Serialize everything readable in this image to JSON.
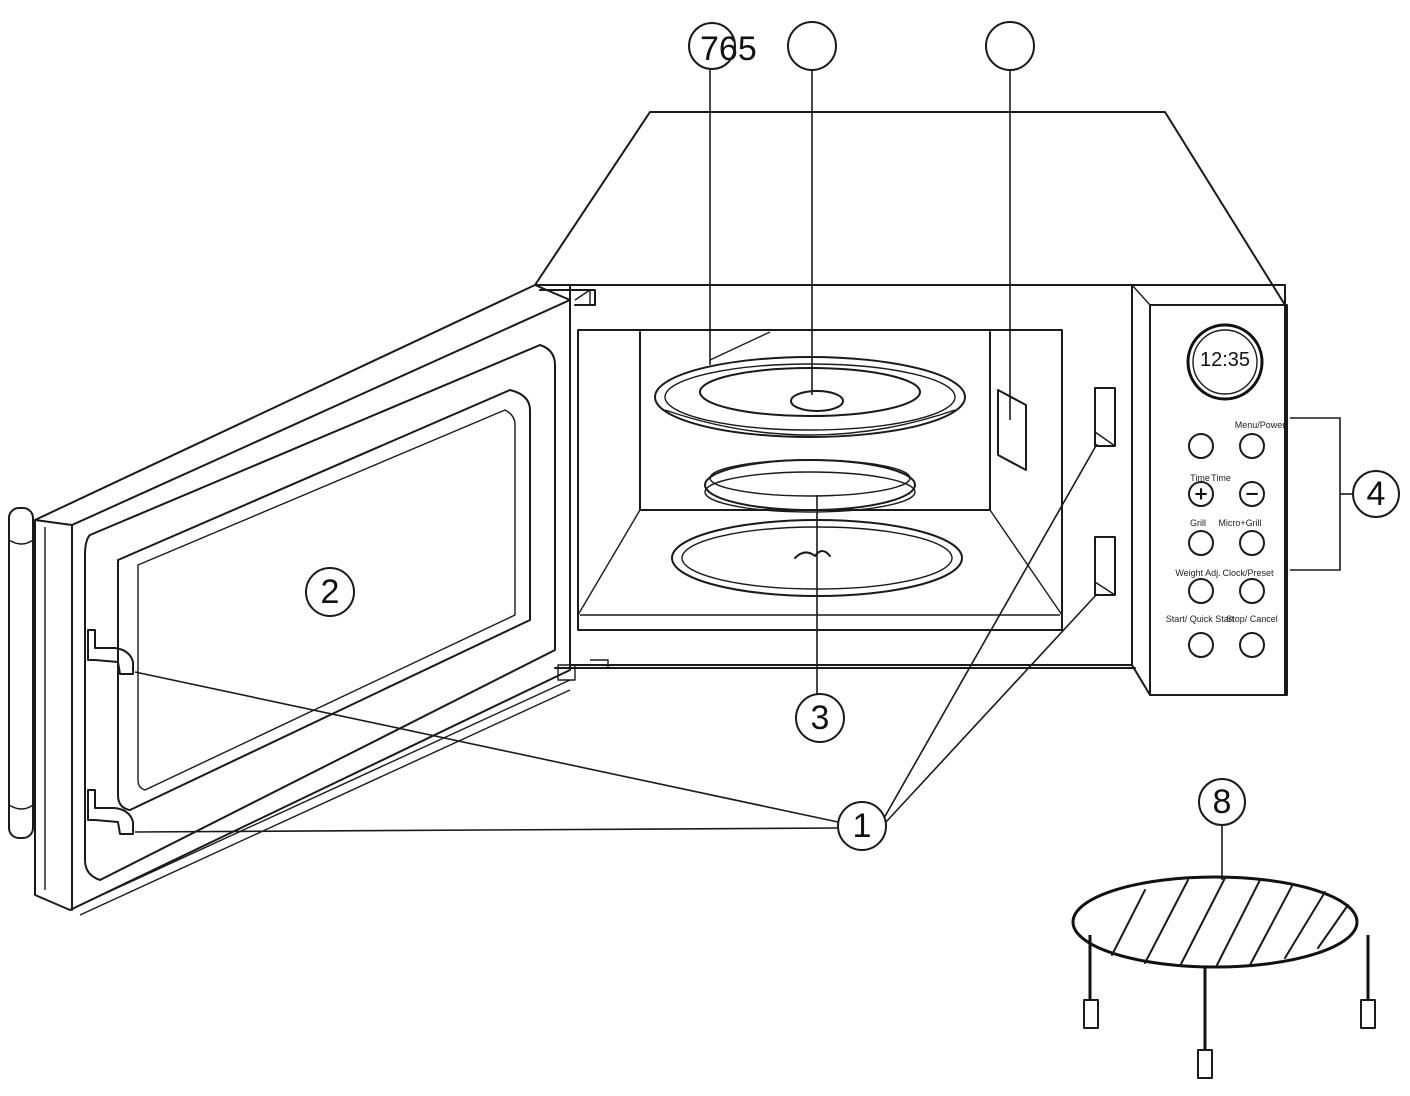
{
  "top_callout_text": "765",
  "callouts": {
    "door_safety_interlock": "1",
    "oven_window": "2",
    "roller_ring": "3",
    "control_panel": "4",
    "glass_tray": "",
    "waveguide_cover": "",
    "shaft": "",
    "grill_rack": "8"
  },
  "control_panel": {
    "display": "12:35",
    "labels": {
      "menu_power": "Menu/Power",
      "time_plus": "Time",
      "time_minus": "Time",
      "grill": "Grill",
      "micro_grill": "Micro+Grill",
      "weight_adj": "Weight Adj.",
      "clock_preset": "Clock/Preset",
      "start_quick": "Start/ Quick Start",
      "stop_cancel": "Stop/ Cancel"
    },
    "glyphs": {
      "plus": "+",
      "minus": "−"
    }
  }
}
